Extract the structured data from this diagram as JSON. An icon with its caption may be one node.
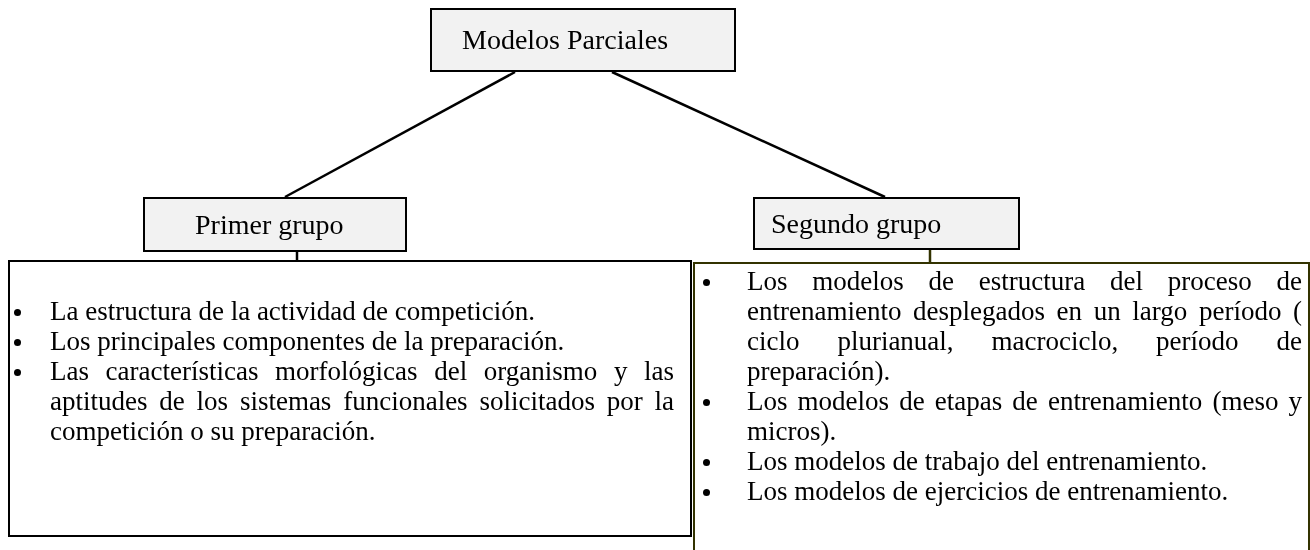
{
  "diagram": {
    "nodes": [
      {
        "text": [
          "Modelos Parciales"
        ]
      },
      {
        "text": [
          "Primer grupo"
        ]
      },
      {
        "text": [
          "Segundo grupo"
        ]
      },
      {
        "text": [
          "La estructura de la actividad de competición.",
          "Los principales componentes de la preparación.",
          "Las características morfológicas del organismo y las aptitudes de los sistemas funcionales solicitados por la competición o su preparación."
        ]
      },
      {
        "text": [
          "Los modelos de estructura del proceso de entrenamiento desplegados en un largo período ( ciclo plurianual, macrociclo, período de preparación).",
          "Los modelos de etapas de entrenamiento (meso y micros).",
          "Los modelos de trabajo del entrenamiento.",
          "Los modelos de ejercicios de entrenamiento."
        ]
      }
    ],
    "edges": [
      {
        "from": 0,
        "to": 1,
        "arrow": "none"
      },
      {
        "from": 0,
        "to": 2,
        "arrow": "none"
      },
      {
        "from": 1,
        "to": 3,
        "arrow": "none"
      },
      {
        "from": 2,
        "to": 4,
        "arrow": "none",
        "color": "#333300"
      }
    ]
  }
}
